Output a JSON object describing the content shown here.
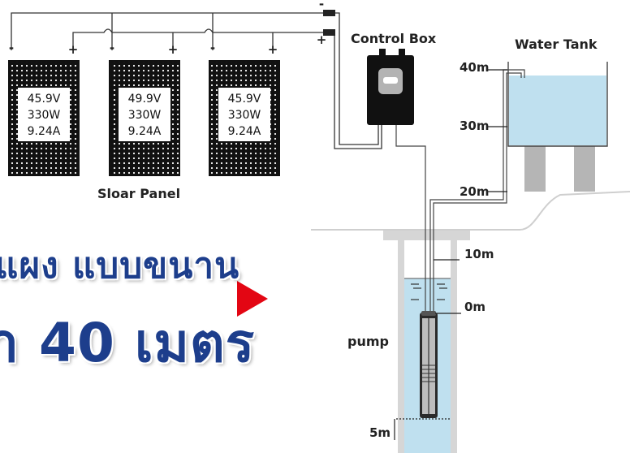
{
  "labels": {
    "control_box": "Control Box",
    "water_tank": "Water Tank",
    "solar_panel": "Sloar Panel",
    "pump": "pump"
  },
  "depths": {
    "m40": "40m",
    "m30": "30m",
    "m20": "20m",
    "m10": "10m",
    "m0": "0m",
    "m5": "5m"
  },
  "panels": [
    {
      "voltage": "45.9V",
      "power": "330W",
      "current": "9.24A"
    },
    {
      "voltage": "49.9V",
      "power": "330W",
      "current": "9.24A"
    },
    {
      "voltage": "45.9V",
      "power": "330W",
      "current": "9.24A"
    }
  ],
  "terminals": {
    "minus": "-",
    "plus": "+"
  },
  "headline": {
    "line1": "แผง แบบขนาน",
    "line2": "ำ 40 เมตร"
  },
  "colors": {
    "panel": "#111111",
    "water": "#bfe0ef",
    "ground": "#d6d6d6",
    "tank_leg": "#b5b5b5",
    "arrow": "#e30613",
    "headline": "#1d3e8c"
  }
}
